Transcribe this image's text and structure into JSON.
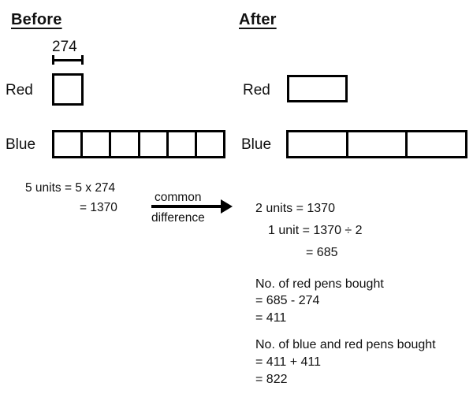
{
  "sections": {
    "before": {
      "heading": "Before",
      "measure_label": "274",
      "bars": [
        {
          "label": "Red",
          "units": 1
        },
        {
          "label": "Blue",
          "units": 6
        }
      ]
    },
    "after": {
      "heading": "After",
      "bars": [
        {
          "label": "Red",
          "units": 1
        },
        {
          "label": "Blue",
          "units": 3
        }
      ]
    }
  },
  "arrow": {
    "label_top": "common",
    "label_bottom": "difference",
    "icon": "right-arrow-icon"
  },
  "left_work": {
    "line1": "5 units = 5 x 274",
    "line2": "= 1370"
  },
  "right_work": {
    "line1": "2 units = 1370",
    "line2": "1 unit = 1370 ÷ 2",
    "line3": "= 685",
    "block2_title": "No. of red pens bought",
    "block2_line1": "= 685 - 274",
    "block2_line2": "= 411",
    "block3_title": "No. of blue and red pens bought",
    "block3_line1": "= 411 + 411",
    "block3_line2": "= 822"
  },
  "colors": {
    "ink": "#111111",
    "stroke": "#000000",
    "background": "#ffffff"
  }
}
